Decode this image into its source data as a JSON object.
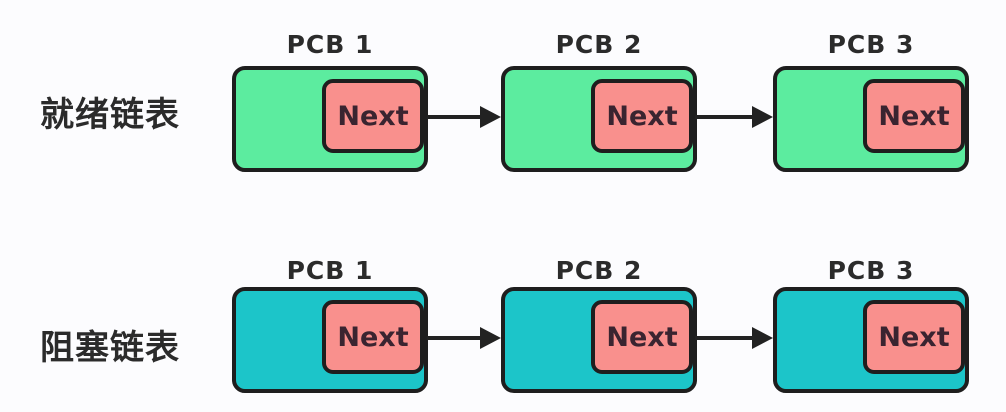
{
  "colors": {
    "background": "#FCFCFE",
    "ready_fill": "#5CEC9F",
    "blocked_fill": "#1CC5C9",
    "next_fill": "#F9908D",
    "border": "#1E1E1E",
    "text": "#2B2B2B"
  },
  "rows": [
    {
      "label": "就绪链表",
      "nodes": [
        {
          "title": "PCB 1",
          "field": "Next"
        },
        {
          "title": "PCB 2",
          "field": "Next"
        },
        {
          "title": "PCB 3",
          "field": "Next"
        }
      ]
    },
    {
      "label": "阻塞链表",
      "nodes": [
        {
          "title": "PCB 1",
          "field": "Next"
        },
        {
          "title": "PCB 2",
          "field": "Next"
        },
        {
          "title": "PCB 3",
          "field": "Next"
        }
      ]
    }
  ]
}
